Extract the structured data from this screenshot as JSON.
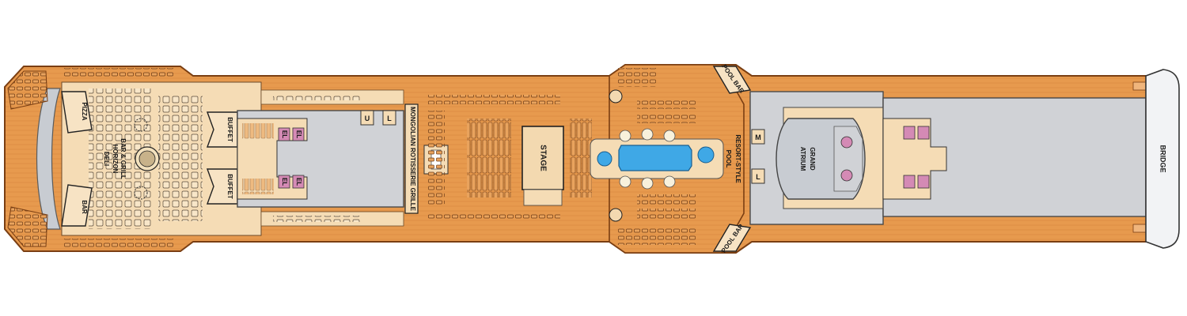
{
  "deck": {
    "venues": {
      "pizza": "PIZZA",
      "bar": "BAR",
      "deli": "DELI",
      "horizon_line1": "HORIZON",
      "horizon_line2": "BAR & GRILL",
      "buffet_top": "BUFFET",
      "buffet_bottom": "BUFFET",
      "mongolian": "MONGOLIAN ROTISSERIE GRILLE",
      "stage": "STAGE",
      "pool_bar_top": "POOL BAR",
      "pool_bar_bottom": "POOL BAR",
      "resort_pool_line1": "RESORT-STYLE",
      "resort_pool_line2": "POOL",
      "grand_atrium_line1": "GRAND",
      "grand_atrium_line2": "ATRIUM",
      "bridge": "BRIDGE"
    },
    "elevator_label": "EL",
    "restrooms": {
      "unisex": "U",
      "ladies": "L",
      "mens": "M"
    },
    "colors": {
      "deck_wood": "#e79a4e",
      "deck_wood_dark": "#c9732c",
      "deck_edge": "#7a3e12",
      "interior_cream": "#f5dcb5",
      "interior_grey": "#d0d2d6",
      "pool_water": "#3fa8e6",
      "elevator_pink": "#d48ab5",
      "bridge_white": "#f2f3f5"
    }
  }
}
